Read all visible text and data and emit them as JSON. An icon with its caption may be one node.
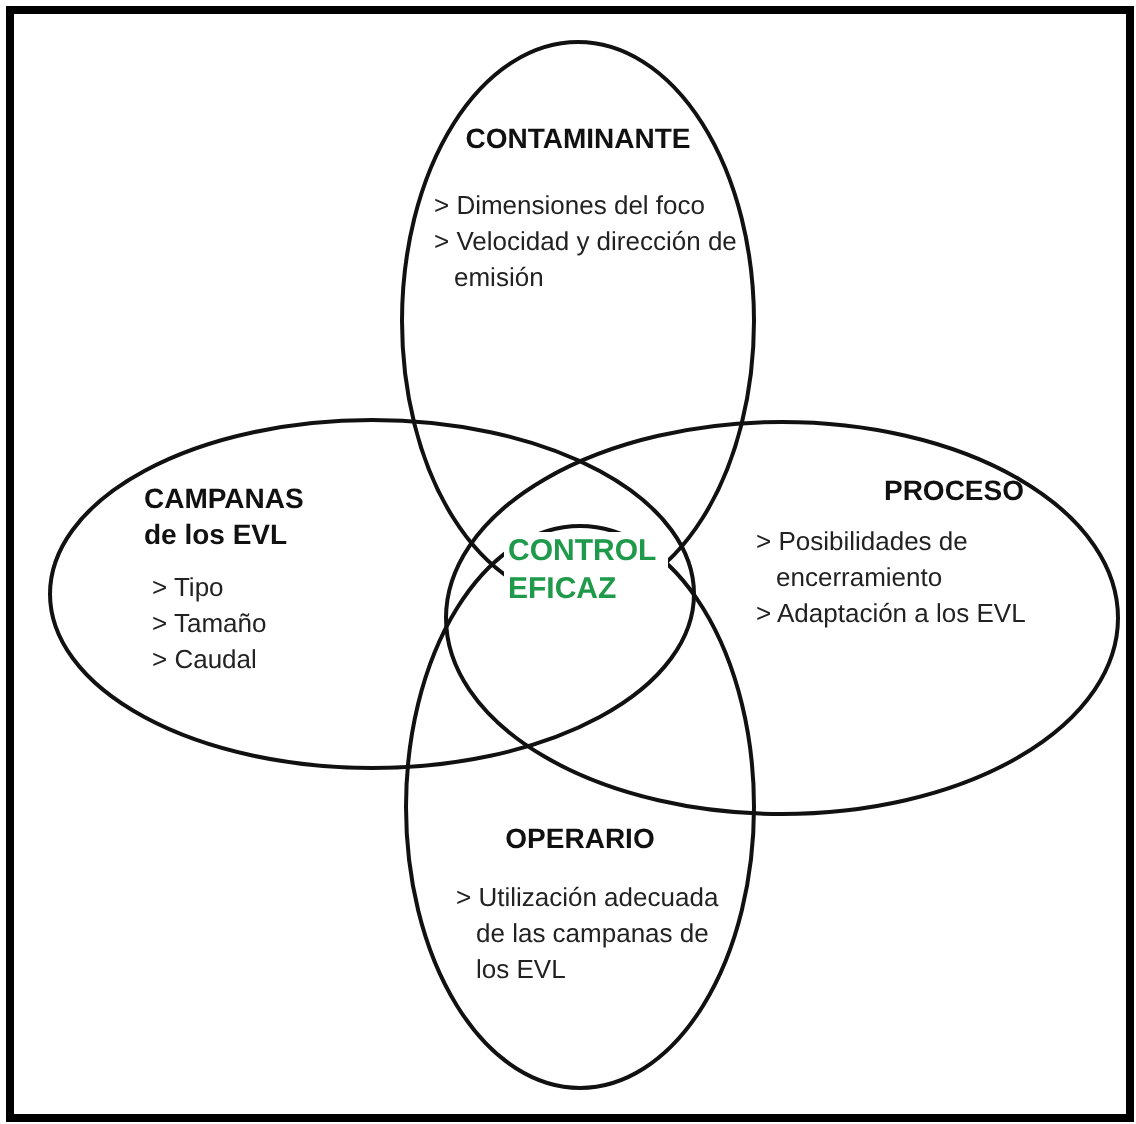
{
  "diagram": {
    "nodes": [
      {
        "text": [
          "CONTAMINANTE",
          "> Dimensiones del foco",
          "> Velocidad y dirección de emisión"
        ]
      },
      {
        "text": [
          "CAMPANAS de los EVL",
          "> Tipo",
          "> Tamaño",
          "> Caudal"
        ]
      },
      {
        "text": [
          "PROCESO",
          "> Posibilidades de encerramiento",
          "> Adaptación a los EVL"
        ]
      },
      {
        "text": [
          "OPERARIO",
          "> Utilización adecuada de las campanas de los EVL"
        ]
      }
    ],
    "labels": [
      "CONTROL EFICAZ"
    ]
  }
}
